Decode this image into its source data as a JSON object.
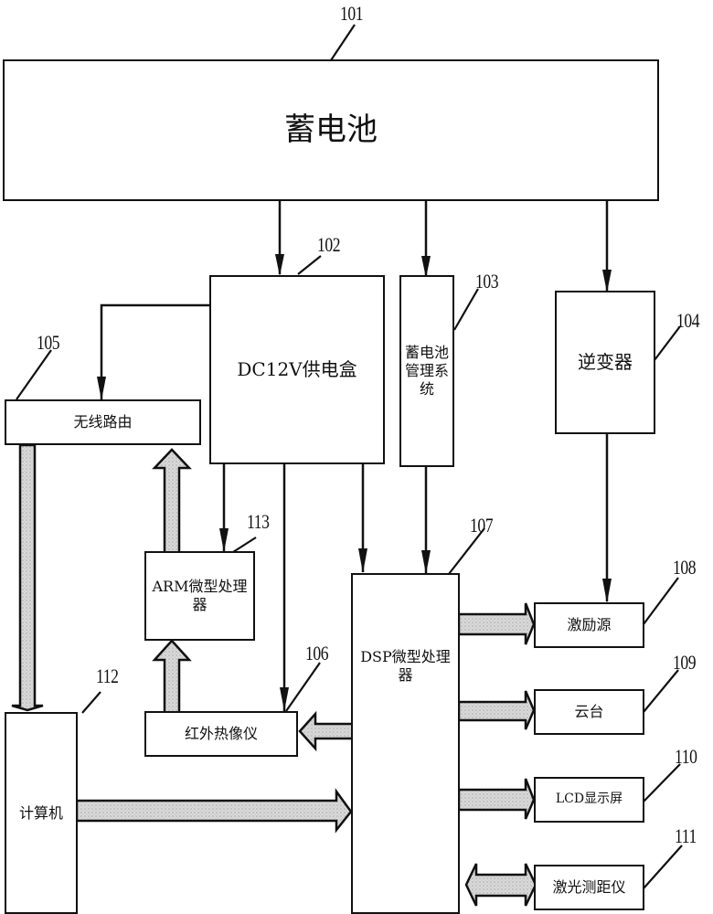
{
  "diagram": {
    "title": "",
    "blocks": {
      "battery": {
        "ref": "101",
        "label": "蓄电池"
      },
      "power_box": {
        "ref": "102",
        "label": "DC12V供电盒"
      },
      "bms": {
        "ref": "103",
        "label": "蓄电池管理系统"
      },
      "inverter": {
        "ref": "104",
        "label": "逆变器"
      },
      "router": {
        "ref": "105",
        "label": "无线路由"
      },
      "thermal_cam": {
        "ref": "106",
        "label": "红外热像仪"
      },
      "dsp": {
        "ref": "107",
        "label": "DSP微型处理器"
      },
      "exciter": {
        "ref": "108",
        "label": "激励源"
      },
      "ptz": {
        "ref": "109",
        "label": "云台"
      },
      "lcd": {
        "ref": "110",
        "label": "LCD显示屏"
      },
      "rangefinder": {
        "ref": "111",
        "label": "激光测距仪"
      },
      "computer": {
        "ref": "112",
        "label": "计算机"
      },
      "arm": {
        "ref": "113",
        "label": "ARM微型处理器"
      }
    },
    "connections": [
      {
        "from": "101",
        "to": "102",
        "type": "power"
      },
      {
        "from": "101",
        "to": "103",
        "type": "power"
      },
      {
        "from": "101",
        "to": "104",
        "type": "power"
      },
      {
        "from": "102",
        "to": "105",
        "type": "power"
      },
      {
        "from": "102",
        "to": "113",
        "type": "power"
      },
      {
        "from": "102",
        "to": "106",
        "type": "power"
      },
      {
        "from": "102",
        "to": "107",
        "type": "power"
      },
      {
        "from": "103",
        "to": "107",
        "type": "power"
      },
      {
        "from": "104",
        "to": "108",
        "type": "power"
      },
      {
        "from": "105",
        "to": "112",
        "type": "data"
      },
      {
        "from": "113",
        "to": "105",
        "type": "data"
      },
      {
        "from": "106",
        "to": "113",
        "type": "data"
      },
      {
        "from": "107",
        "to": "106",
        "type": "data"
      },
      {
        "from": "112",
        "to": "107",
        "type": "data"
      },
      {
        "from": "107",
        "to": "108",
        "type": "data"
      },
      {
        "from": "107",
        "to": "109",
        "type": "data"
      },
      {
        "from": "107",
        "to": "110",
        "type": "data"
      },
      {
        "from": "107",
        "to": "111",
        "type": "bidirectional-data"
      }
    ]
  }
}
